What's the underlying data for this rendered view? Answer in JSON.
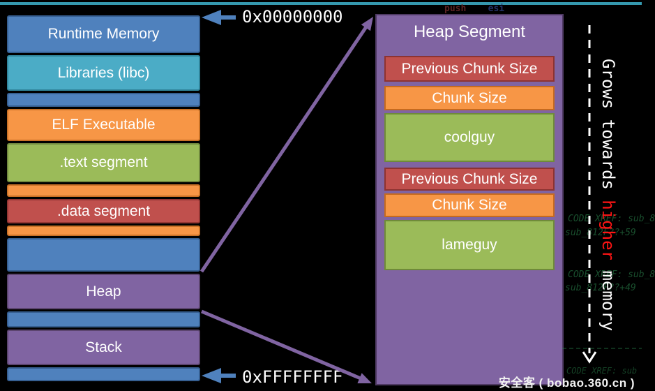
{
  "palette": {
    "background": "#000000",
    "top_rule_teal": "#3598ae",
    "blue": "#4f81bd",
    "teal": "#4bacc6",
    "orange": "#f79646",
    "green": "#9bbb59",
    "red": "#c0504d",
    "purple": "#8064a2",
    "arrow_blue": "#4f81bd",
    "arrow_purple": "#8064a2",
    "growth_highlight_red": "#ff1414"
  },
  "addresses": {
    "low": "0x00000000",
    "high": "0xFFFFFFFF"
  },
  "memory_stack": {
    "blocks": [
      {
        "label": "Runtime Memory",
        "color": "blue"
      },
      {
        "label": "Libraries (libc)",
        "color": "teal"
      },
      {
        "label": "",
        "color": "blue"
      },
      {
        "label": "ELF Executable",
        "color": "orange"
      },
      {
        "label": ".text segment",
        "color": "green"
      },
      {
        "label": "",
        "color": "orange"
      },
      {
        "label": ".data segment",
        "color": "red"
      },
      {
        "label": "",
        "color": "orange"
      },
      {
        "label": "",
        "color": "blue"
      },
      {
        "label": "Heap",
        "color": "purple"
      },
      {
        "label": "",
        "color": "blue"
      },
      {
        "label": "Stack",
        "color": "purple"
      },
      {
        "label": "",
        "color": "blue"
      }
    ]
  },
  "heap_segment": {
    "title": "Heap Segment",
    "chunks": [
      {
        "label": "Previous Chunk Size",
        "color": "red"
      },
      {
        "label": "Chunk Size",
        "color": "orange"
      },
      {
        "label": "coolguy",
        "color": "green"
      },
      {
        "label": "Previous Chunk Size",
        "color": "red"
      },
      {
        "label": "Chunk Size",
        "color": "orange"
      },
      {
        "label": "lameguy",
        "color": "green"
      }
    ]
  },
  "growth_note": {
    "prefix": "Grows towards ",
    "highlight": "higher",
    "suffix": " memory"
  },
  "background_disassembly": {
    "push_mnemonic": "push",
    "push_operand": "esi",
    "xref_1": "CODE XREF: sub_8",
    "xref_1_sub": "sub_812F??+59",
    "xref_2": "CODE XREF: sub_8",
    "xref_2_sub": "sub_812F??+49",
    "xref_3": "CODE XREF: sub"
  },
  "watermark": "安全客 ( bobao.360.cn )"
}
